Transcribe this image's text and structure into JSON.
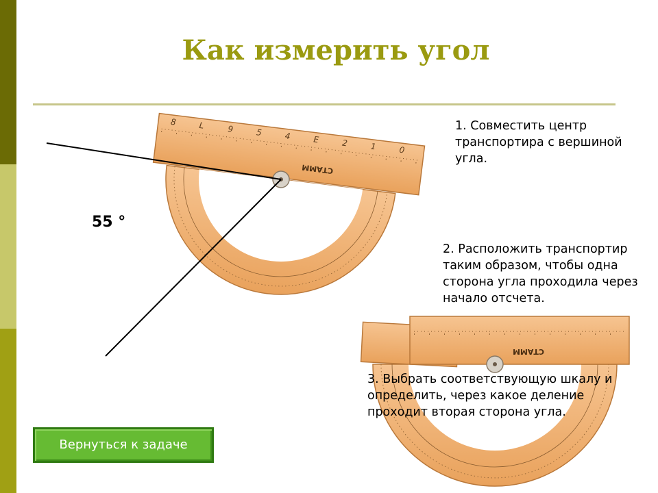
{
  "slide": {
    "title": "Как измерить угол",
    "angle_label": "55 °",
    "steps": [
      "1. Совместить центр транспортира с вершиной угла.",
      "2. Расположить транспортир таким образом, чтобы одна сторона угла проходила через начало отсчета.",
      "3. Выбрать соответствующую шкалу и определить, через какое деление проходит вторая сторона угла."
    ],
    "back_button": "Вернуться к задаче",
    "protractor_brand": "СТАММ",
    "protractor_ruler_numbers": [
      "8",
      "L",
      "9",
      "5",
      "4",
      "E",
      "2",
      "1",
      "0"
    ]
  },
  "colors": {
    "title": "#9a9a10",
    "sidebar_dark": "#6b6b05",
    "sidebar_light": "#c7c86a",
    "sidebar_mid": "#a0a014",
    "protractor": "#f0b071",
    "button": "#66bb33"
  }
}
